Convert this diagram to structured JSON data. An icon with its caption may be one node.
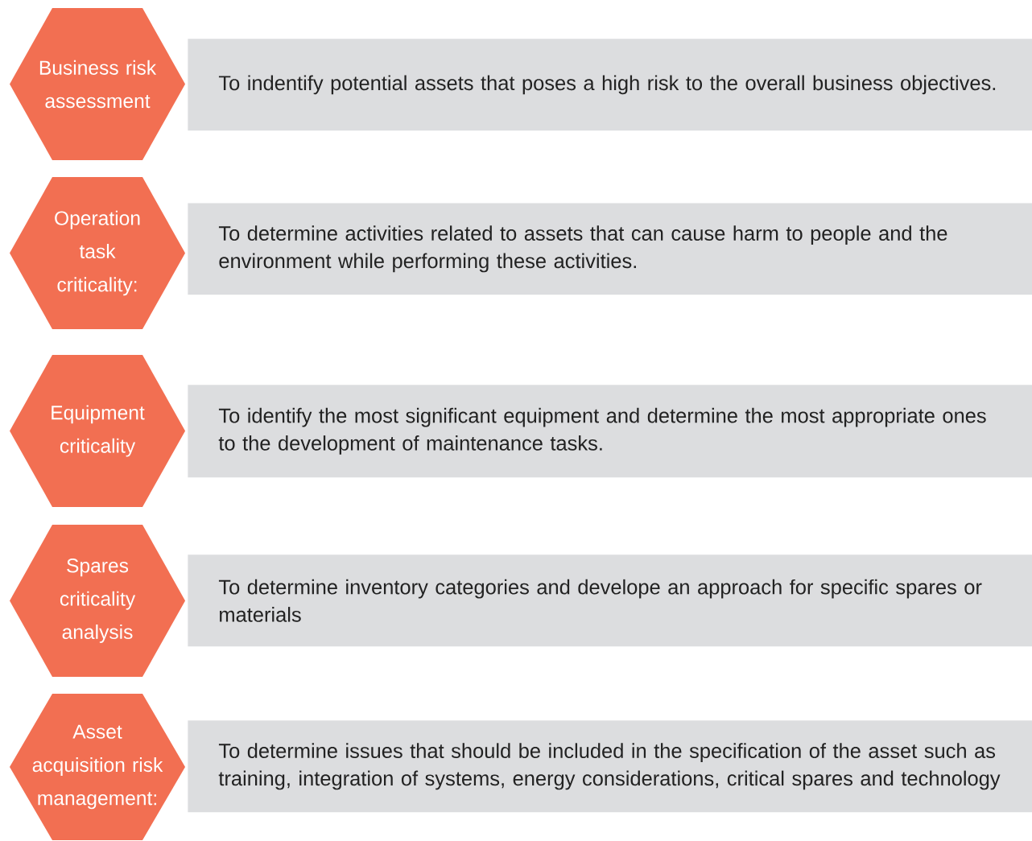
{
  "diagram": {
    "nodes": [
      {
        "text": [
          "Business risk assessment"
        ]
      },
      {
        "text": [
          "To indentify potential assets that poses a high risk to the overall business objectives."
        ]
      },
      {
        "text": [
          "Operation task criticality:"
        ]
      },
      {
        "text": [
          "To determine activities related to assets that can cause harm to people and the environment while performing these activities."
        ]
      },
      {
        "text": [
          "Equipment criticality"
        ]
      },
      {
        "text": [
          "To identify the most significant equipment and determine the most appropriate ones to the development of maintenance tasks."
        ]
      },
      {
        "text": [
          "Spares criticality analysis"
        ]
      },
      {
        "text": [
          "To determine inventory categories and develope an approach for  specific spares or materials"
        ]
      },
      {
        "text": [
          "Asset acquisition risk management:"
        ]
      },
      {
        "text": [
          "To determine issues that should be included in the specification of the asset such as training, integration of systems, energy considerations, critical spares and technology"
        ]
      }
    ]
  }
}
